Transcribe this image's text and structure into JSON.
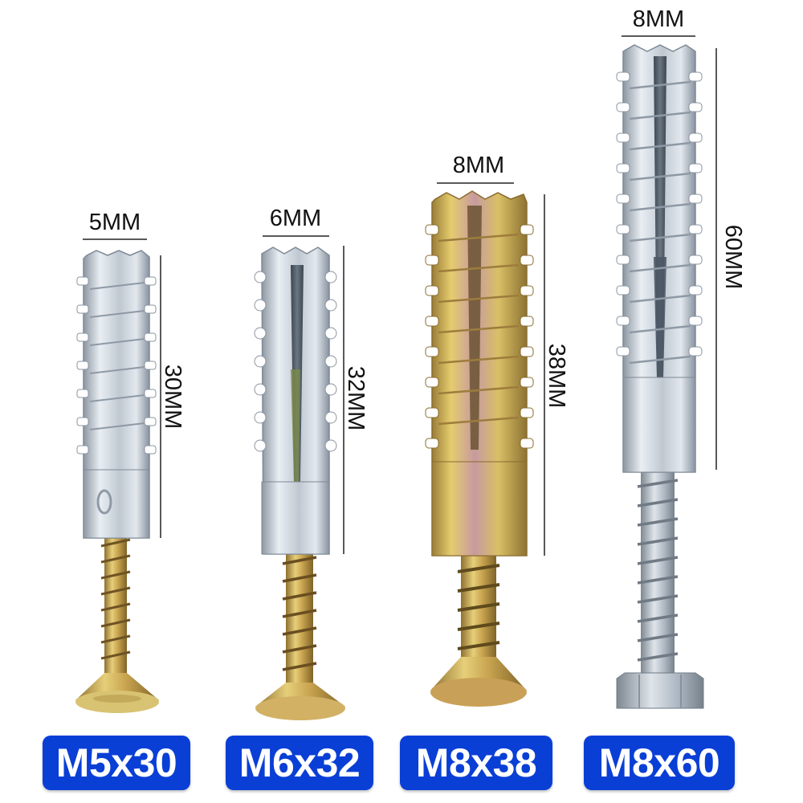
{
  "colors": {
    "badge_blue": "#0a3fd6",
    "zinc_light": "#e6ebf0",
    "zinc_mid": "#b9c3cc",
    "zinc_dark": "#8893a0",
    "yellow_zinc_light": "#e2c96a",
    "yellow_zinc_dark": "#a8863a",
    "brass_light": "#dcc470",
    "brass_dark": "#9a7a34"
  },
  "anchors": [
    {
      "size_label": "M5x30",
      "width_label": "5MM",
      "length_label": "30MM",
      "finish": "blue-white-zinc",
      "screw": "countersunk-yellow-zinc"
    },
    {
      "size_label": "M6x32",
      "width_label": "6MM",
      "length_label": "32MM",
      "finish": "blue-white-zinc",
      "screw": "countersunk-yellow-zinc"
    },
    {
      "size_label": "M8x38",
      "width_label": "8MM",
      "length_label": "38MM",
      "finish": "yellow-zinc",
      "screw": "countersunk-yellow-zinc"
    },
    {
      "size_label": "M8x60",
      "width_label": "8MM",
      "length_label": "60MM",
      "finish": "blue-white-zinc",
      "screw": "hex-bolt-zinc"
    }
  ]
}
